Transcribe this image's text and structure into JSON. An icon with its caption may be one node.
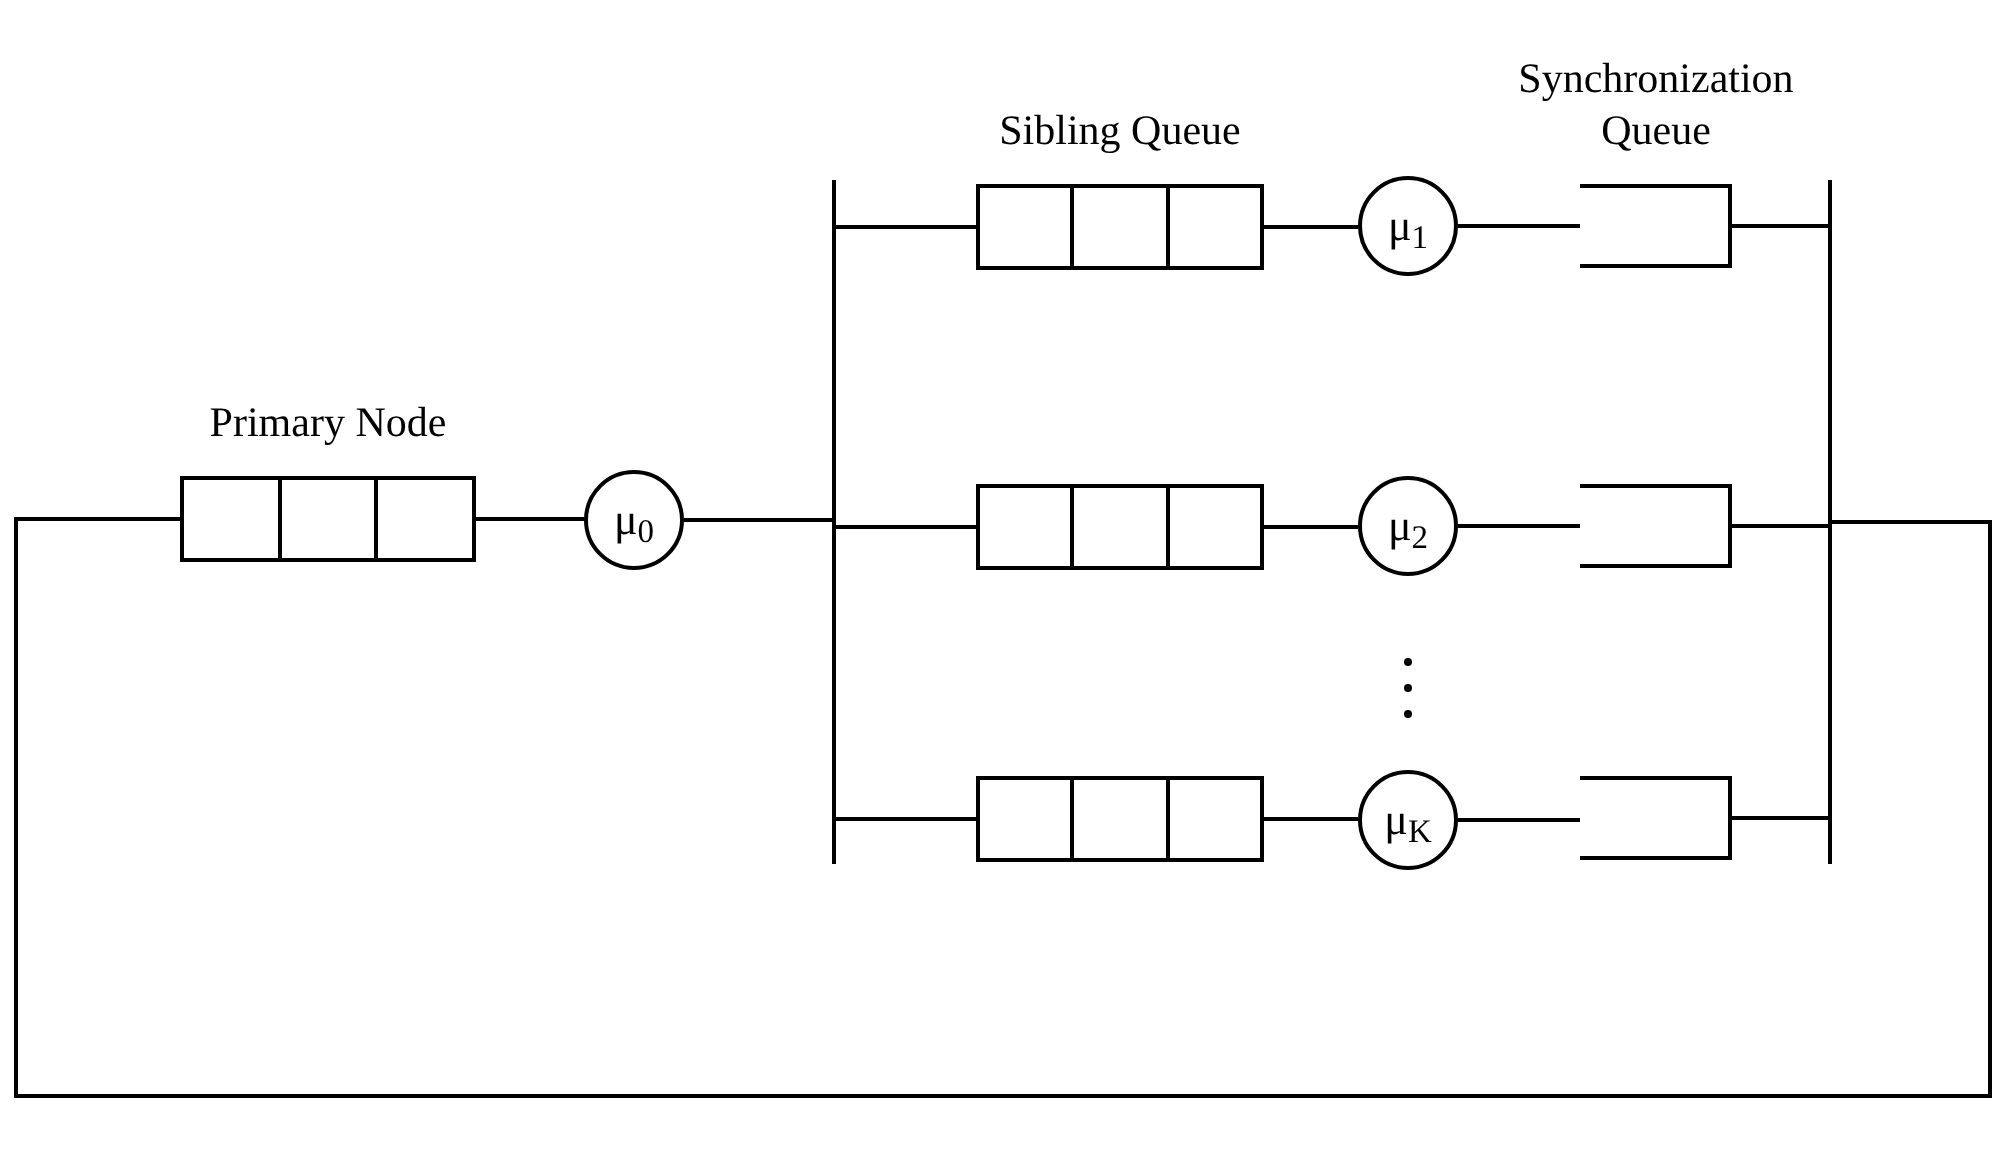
{
  "diagram": {
    "nodes": [
      {
        "text": [
          "Primary Node"
        ]
      },
      {
        "text": [
          "μ$_{0}$"
        ]
      },
      {
        "text": [],
        "shape": "bar"
      },
      {
        "text": [
          "Sibling Queue"
        ]
      },
      {
        "text": [],
        "shape": "box"
      },
      {
        "text": [],
        "shape": "box"
      },
      {
        "text": [
          "μ$_{1}$"
        ]
      },
      {
        "text": [
          "μ$_{2}$"
        ]
      },
      {
        "text": [
          "μ$_{K}$"
        ]
      },
      {
        "text": [
          "Synchronization Queue"
        ]
      },
      {
        "text": [],
        "shape": "box"
      },
      {
        "text": [],
        "shape": "box"
      },
      {
        "text": [],
        "shape": "bar"
      }
    ],
    "edges": [
      {
        "from": 0,
        "to": 1,
        "arrow": "none"
      },
      {
        "from": 1,
        "to": 2,
        "arrow": "none"
      },
      {
        "from": 2,
        "to": 3,
        "arrow": "none"
      },
      {
        "from": 2,
        "to": 4,
        "arrow": "none"
      },
      {
        "from": 2,
        "to": 5,
        "arrow": "none"
      },
      {
        "from": 3,
        "to": 6,
        "arrow": "none"
      },
      {
        "from": 4,
        "to": 7,
        "arrow": "none"
      },
      {
        "from": 5,
        "to": 8,
        "arrow": "none"
      },
      {
        "from": 6,
        "to": 9,
        "arrow": "none"
      },
      {
        "from": 7,
        "to": 10,
        "arrow": "none"
      },
      {
        "from": 8,
        "to": 11,
        "arrow": "none"
      },
      {
        "from": 9,
        "to": 12,
        "arrow": "none"
      },
      {
        "from": 10,
        "to": 12,
        "arrow": "none"
      },
      {
        "from": 11,
        "to": 12,
        "arrow": "none"
      },
      {
        "from": 12,
        "to": 0,
        "arrow": "none"
      }
    ]
  }
}
